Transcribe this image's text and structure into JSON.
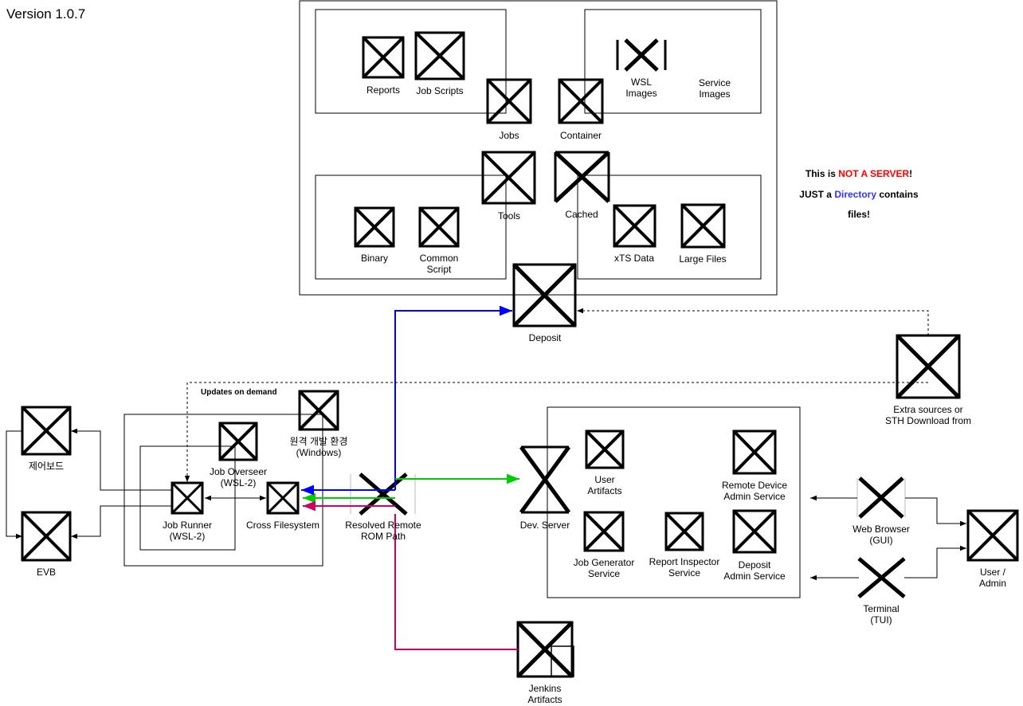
{
  "version": "Version 1.0.7",
  "note": {
    "prefix": "This is ",
    "not_server": "NOT A SERVER",
    "exclaim": "!",
    "line2_prefix": "JUST a ",
    "directory": "Directory",
    "line2_suffix": " contains",
    "line3": "files!",
    "colors": {
      "not_server": "#ff0000",
      "directory": "#3333ff"
    }
  },
  "labels": {
    "reports": "Reports",
    "job_scripts": "Job Scripts",
    "jobs": "Jobs",
    "container": "Container",
    "wsl_images": "WSL\nImages",
    "service_images": "Service\nImages",
    "tools": "Tools",
    "cached": "Cached",
    "binary": "Binary",
    "common_script": "Common\nScript",
    "xts_data": "xTS Data",
    "large_files": "Large Files",
    "deposit": "Deposit",
    "extra_sources": "Extra sources or\nSTH Download from",
    "updates_on_demand": "Updates on demand",
    "remote_dev_env": "원격 개발 환경\n(Windows)",
    "control_board": "제어보드",
    "evb": "EVB",
    "job_overseer": "Job Overseer\n(WSL-2)",
    "job_runner": "Job Runner\n(WSL-2)",
    "cross_filesystem": "Cross Filesystem",
    "resolved_remote_rom_path": "Resolved Remote\nROM Path",
    "dev_server": "Dev. Server",
    "user_artifacts": "User\nArtifacts",
    "remote_device_admin": "Remote Device\nAdmin Service",
    "job_generator": "Job Generator\nService",
    "report_inspector": "Report Inspector\nService",
    "deposit_admin": "Deposit\nAdmin Service",
    "web_browser": "Web Browser\n(GUI)",
    "terminal": "Terminal\n(TUI)",
    "user_admin": "User / Admin",
    "jenkins_artifacts": "Jenkins\nArtifacts"
  },
  "colors": {
    "blue": "#0000ff",
    "green": "#00cc00",
    "magenta": "#cc0066"
  }
}
